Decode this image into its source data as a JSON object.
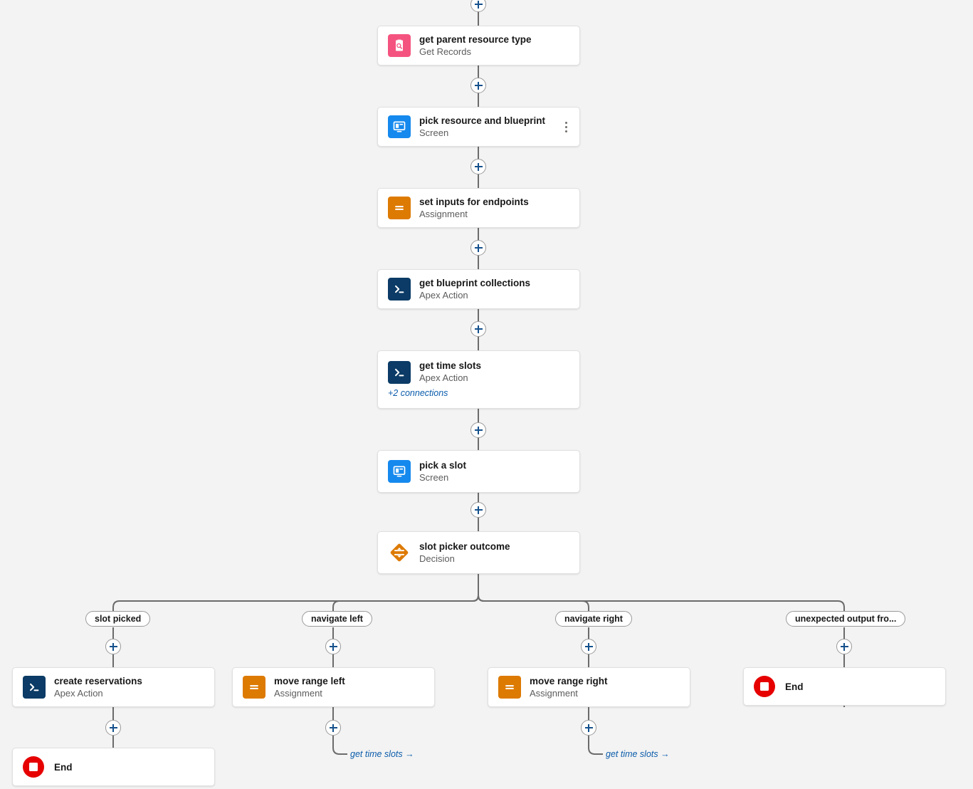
{
  "app": {
    "name": "Flow Builder Canvas",
    "canvas_background": "#f3f3f3"
  },
  "colors": {
    "get_records": "#f5537f",
    "screen": "#1589ee",
    "assignment": "#dd7a01",
    "apex_action": "#0b3b66",
    "decision": "#dd7a01",
    "end": "#e60000",
    "link_blue": "#0b5cab",
    "connector_gray": "#6b6b6b"
  },
  "nodes": [
    {
      "id": "get-parent-resource-type",
      "title": "get parent resource type",
      "subtitle": "Get Records",
      "icon": "get-records-icon",
      "has_menu": false,
      "extra": null
    },
    {
      "id": "pick-resource-and-blueprint",
      "title": "pick resource and blueprint",
      "subtitle": "Screen",
      "icon": "screen-icon",
      "has_menu": true,
      "extra": null
    },
    {
      "id": "set-inputs-for-endpoints",
      "title": "set inputs for endpoints",
      "subtitle": "Assignment",
      "icon": "assignment-icon",
      "has_menu": false,
      "extra": null
    },
    {
      "id": "get-blueprint-collections",
      "title": "get blueprint collections",
      "subtitle": "Apex Action",
      "icon": "apex-action-icon",
      "has_menu": false,
      "extra": null
    },
    {
      "id": "get-time-slots",
      "title": "get time slots",
      "subtitle": "Apex Action",
      "icon": "apex-action-icon",
      "has_menu": false,
      "extra": "+2 connections"
    },
    {
      "id": "pick-a-slot",
      "title": "pick a slot",
      "subtitle": "Screen",
      "icon": "screen-icon",
      "has_menu": false,
      "extra": null
    },
    {
      "id": "slot-picker-outcome",
      "title": "slot picker outcome",
      "subtitle": "Decision",
      "icon": "decision-icon",
      "has_menu": false,
      "extra": null
    }
  ],
  "branches": [
    {
      "id": "slot-picked",
      "label": "slot picked",
      "node": {
        "title": "create reservations",
        "subtitle": "Apex Action",
        "icon": "apex-action-icon"
      },
      "terminal": {
        "type": "end",
        "label": "End"
      },
      "goto": null
    },
    {
      "id": "navigate-left",
      "label": "navigate left",
      "node": {
        "title": "move range left",
        "subtitle": "Assignment",
        "icon": "assignment-icon"
      },
      "terminal": null,
      "goto": "get time slots →"
    },
    {
      "id": "navigate-right",
      "label": "navigate right",
      "node": {
        "title": "move range right",
        "subtitle": "Assignment",
        "icon": "assignment-icon"
      },
      "terminal": null,
      "goto": "get time slots →"
    },
    {
      "id": "unexpected-output",
      "label": "unexpected output fro...",
      "node": null,
      "terminal": {
        "type": "end",
        "label": "End"
      },
      "goto": null
    }
  ],
  "end_nodes": {
    "label": "End"
  }
}
